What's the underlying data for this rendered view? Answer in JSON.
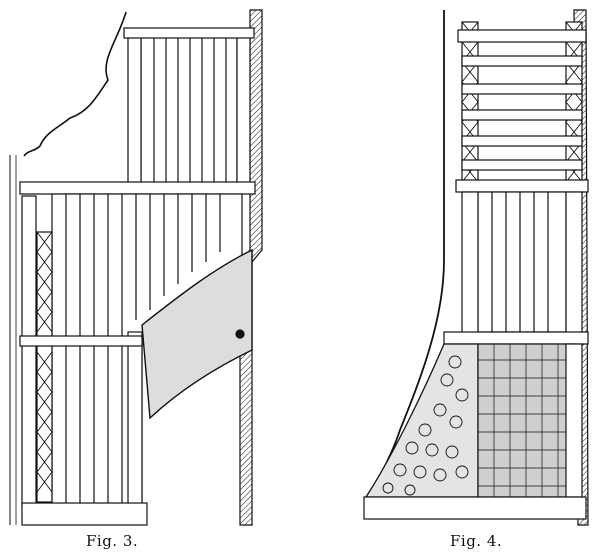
{
  "figures": [
    {
      "id": "fig3",
      "caption": "Fig. 3."
    },
    {
      "id": "fig4",
      "caption": "Fig. 4."
    }
  ],
  "colors": {
    "ink": "#111111",
    "paper": "#ffffff"
  }
}
